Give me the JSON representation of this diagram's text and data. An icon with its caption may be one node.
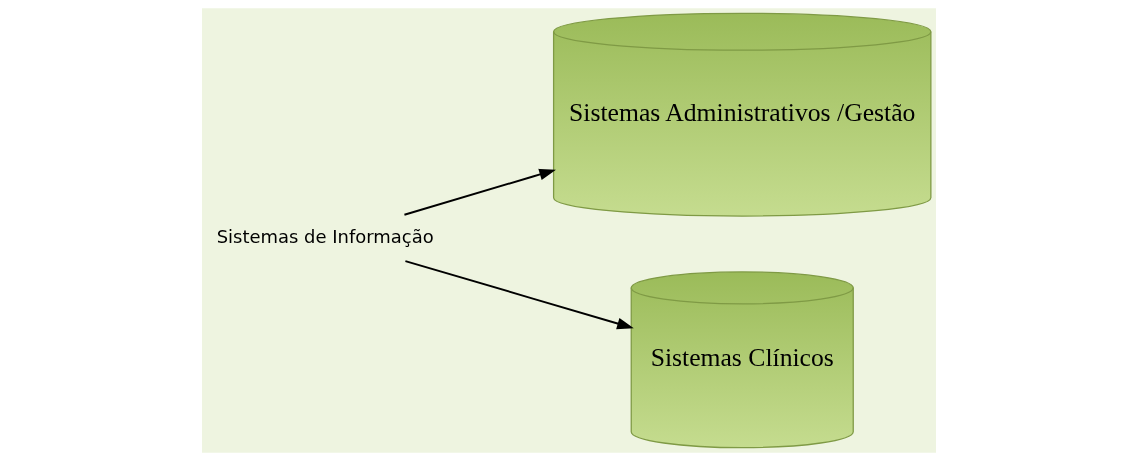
{
  "diagram": {
    "nodes": [
      {
        "text": [
          "Sistemas de Informação"
        ]
      },
      {
        "text": [
          "Sistemas Administrativos /Gestão"
        ]
      },
      {
        "text": [
          "Sistemas Clínicos"
        ]
      }
    ],
    "edges": [
      {
        "from": 0,
        "to": 1,
        "arrow": "to"
      },
      {
        "from": 0,
        "to": 2,
        "arrow": "to"
      }
    ]
  }
}
